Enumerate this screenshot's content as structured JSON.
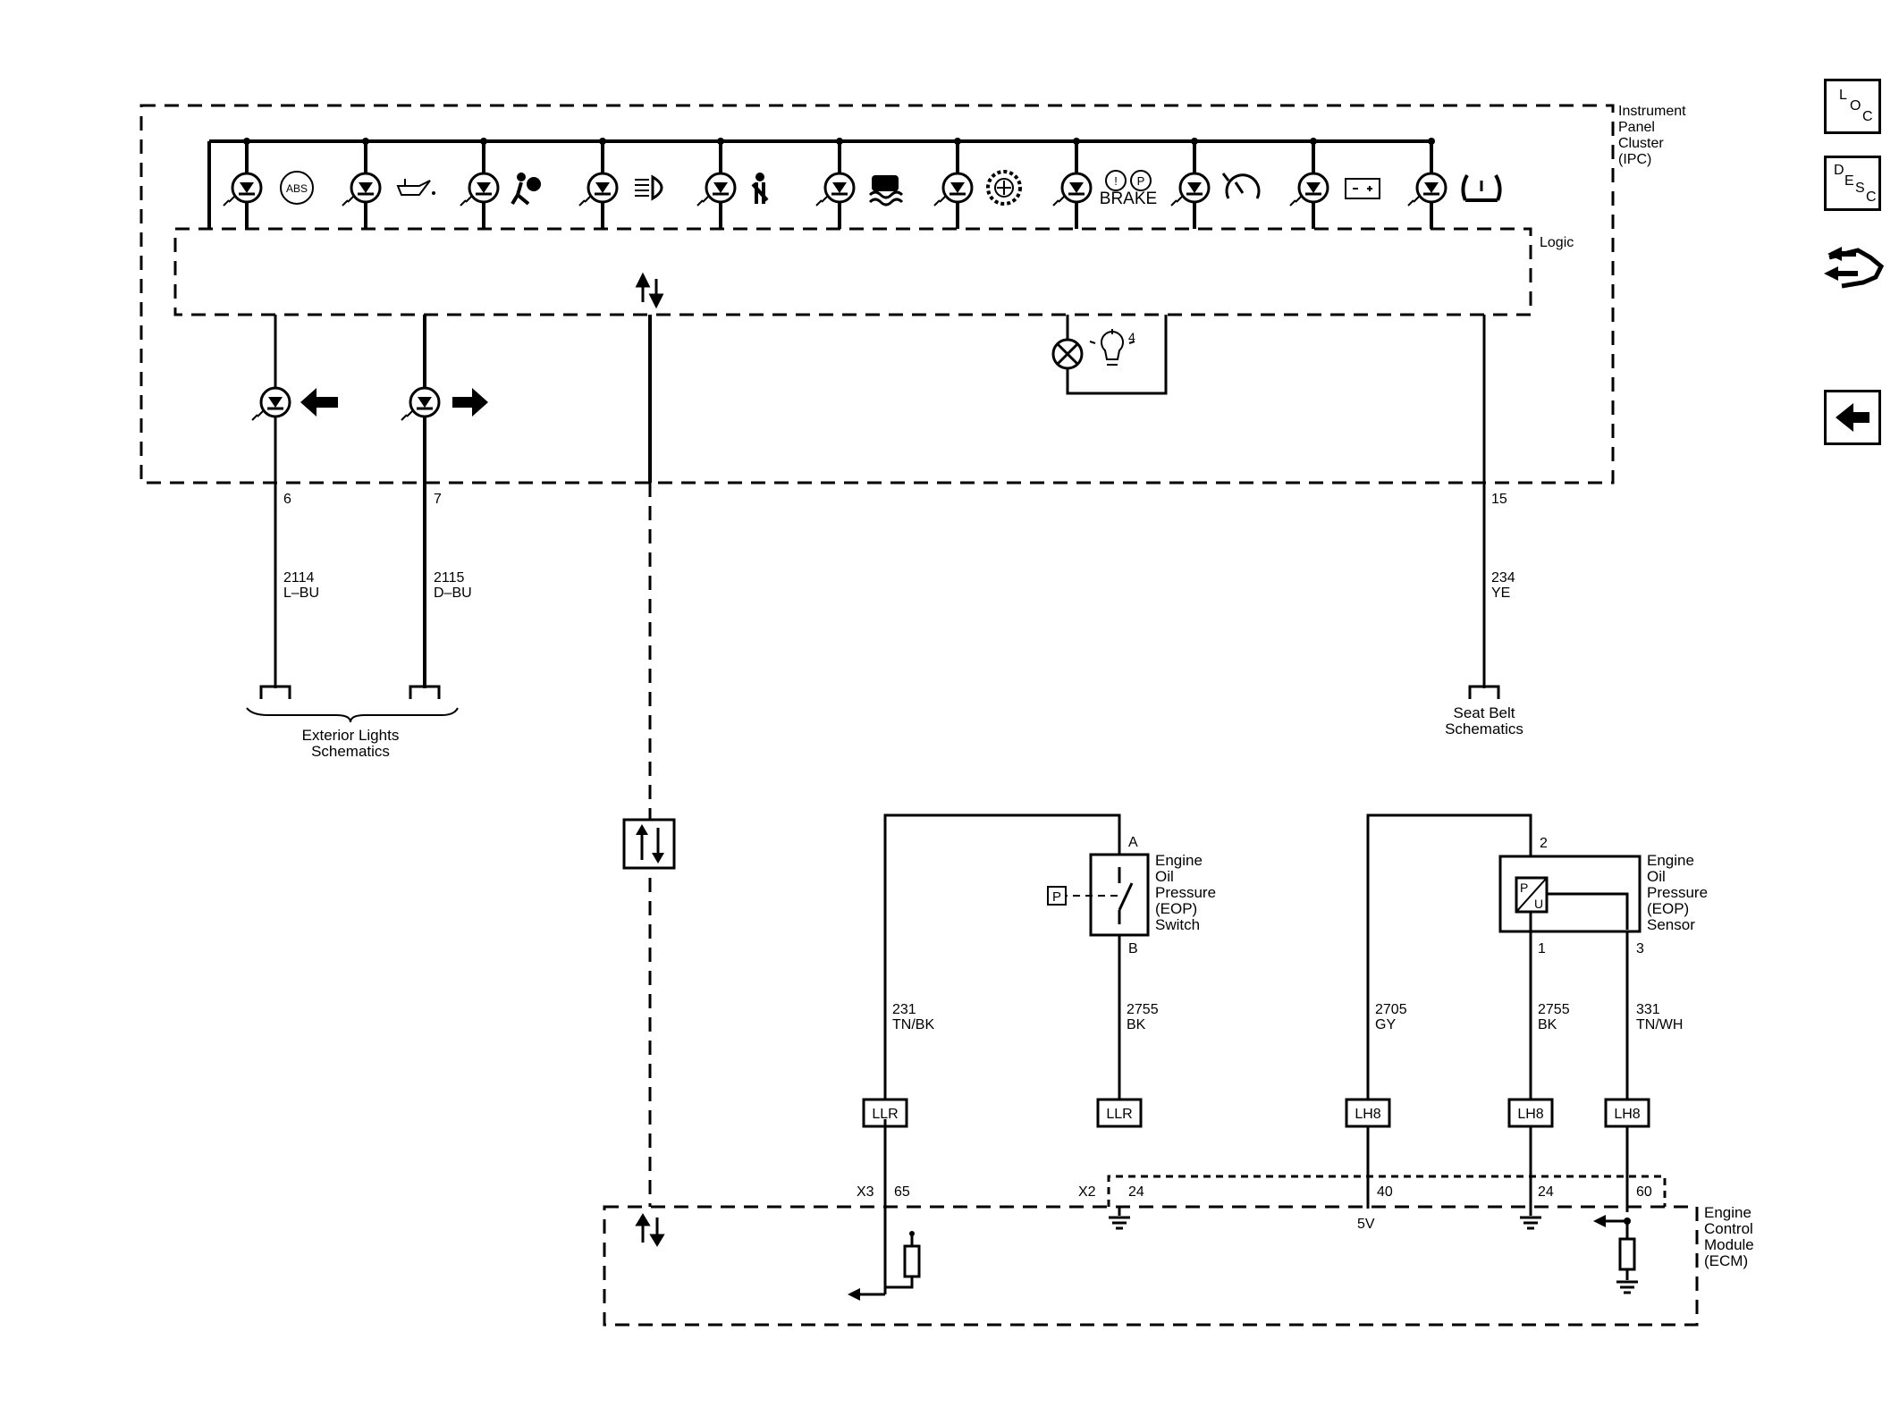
{
  "modules": {
    "ipc": {
      "label": [
        "Instrument",
        "Panel",
        "Cluster",
        "(IPC)"
      ],
      "logic_label": "Logic"
    },
    "ecm": {
      "label": [
        "Engine",
        "Control",
        "Module",
        "(ECM)"
      ]
    }
  },
  "indicator_icons": [
    "abs-icon",
    "oil-can-icon",
    "airbag-icon",
    "high-beam-icon",
    "seatbelt-icon",
    "traction-control-icon",
    "gear-icon",
    "brake-icon",
    "cruise-icon",
    "battery-icon",
    "tire-pressure-icon"
  ],
  "indicator_text": {
    "abs": "ABS",
    "brake": "BRAKE",
    "brake_circle_1": "!",
    "brake_circle_2": "P",
    "bulb_count": "4"
  },
  "pins": {
    "ipc_left_turn": "6",
    "ipc_right_turn": "7",
    "ipc_seatbelt": "15"
  },
  "wires": {
    "left_turn": {
      "circuit": "2114",
      "color": "L–BU"
    },
    "right_turn": {
      "circuit": "2115",
      "color": "D–BU"
    },
    "seatbelt": {
      "circuit": "234",
      "color": "YE"
    },
    "eop_switch_signal": {
      "circuit": "231",
      "color": "TN/BK"
    },
    "eop_switch_ground": {
      "circuit": "2755",
      "color": "BK"
    },
    "eop_sensor_5v": {
      "circuit": "2705",
      "color": "GY"
    },
    "eop_sensor_ground": {
      "circuit": "2755",
      "color": "BK"
    },
    "eop_sensor_signal": {
      "circuit": "331",
      "color": "TN/WH"
    }
  },
  "refs": {
    "exterior_lights": [
      "Exterior Lights",
      "Schematics"
    ],
    "seat_belt": [
      "Seat Belt",
      "Schematics"
    ]
  },
  "eop_switch": {
    "label": [
      "Engine",
      "Oil",
      "Pressure",
      "(EOP)",
      "Switch"
    ],
    "pin_a": "A",
    "pin_b": "B",
    "p_box": "P"
  },
  "eop_sensor": {
    "label": [
      "Engine",
      "Oil",
      "Pressure",
      "(EOP)",
      "Sensor"
    ],
    "pin_top": "2",
    "pin_1": "1",
    "pin_3": "3",
    "p_letter": "P",
    "u_letter": "U"
  },
  "option_codes": [
    "LLR",
    "LLR",
    "LH8",
    "LH8",
    "LH8"
  ],
  "ecm_connectors": {
    "x3": "X3",
    "x3_pin": "65",
    "x2": "X2",
    "x2_pin": "24",
    "pin_40": "40",
    "pin_24": "24",
    "pin_60": "60",
    "v5": "5V"
  },
  "nav": {
    "loc": {
      "l": "L",
      "o": "O",
      "c": "C"
    },
    "desc": {
      "d": "D",
      "e": "E",
      "s": "S",
      "c": "C"
    }
  }
}
